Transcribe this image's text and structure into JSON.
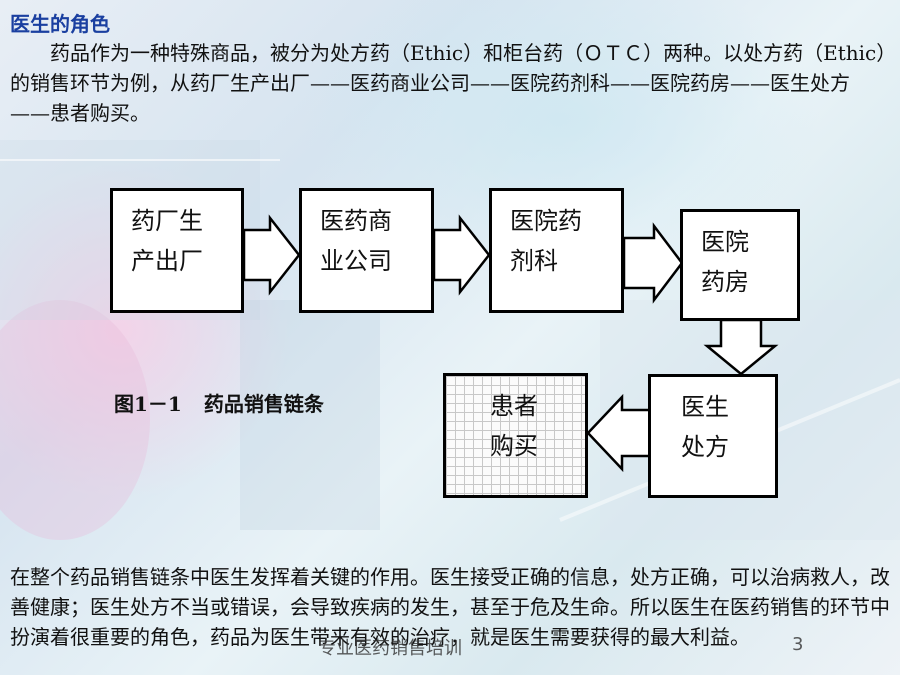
{
  "heading": "医生的角色",
  "intro": "药品作为一种特殊商品，被分为处方药（Ethic）和柜台药（ＯＴＣ）两种。以处方药（Ethic）的销售环节为例，从药厂生产出厂——医药商业公司——医院药剂科——医院药房——医生处方——患者购买。",
  "diagram": {
    "boxes": [
      {
        "line1": "药厂生",
        "line2": "产出厂"
      },
      {
        "line1": "医药商",
        "line2": "业公司"
      },
      {
        "line1": "医院药",
        "line2": "剂科"
      },
      {
        "line1": "医院",
        "line2": "药房"
      },
      {
        "line1": "医生",
        "line2": "处方"
      },
      {
        "line1": "患者",
        "line2": "购买"
      }
    ],
    "caption_number": "图1－1",
    "caption_title": "药品销售链条"
  },
  "conclusion": "在整个药品销售链条中医生发挥着关键的作用。医生接受正确的信息，处方正确，可以治病救人，改善健康；医生处方不当或错误，会导致疾病的发生，甚至于危及生命。所以医生在医药销售的环节中扮演着很重要的角色，药品为医生带来有效的治疗，就是医生需要获得的最大利益。",
  "footer": {
    "title": "专业医药销售培训",
    "page": "3"
  }
}
